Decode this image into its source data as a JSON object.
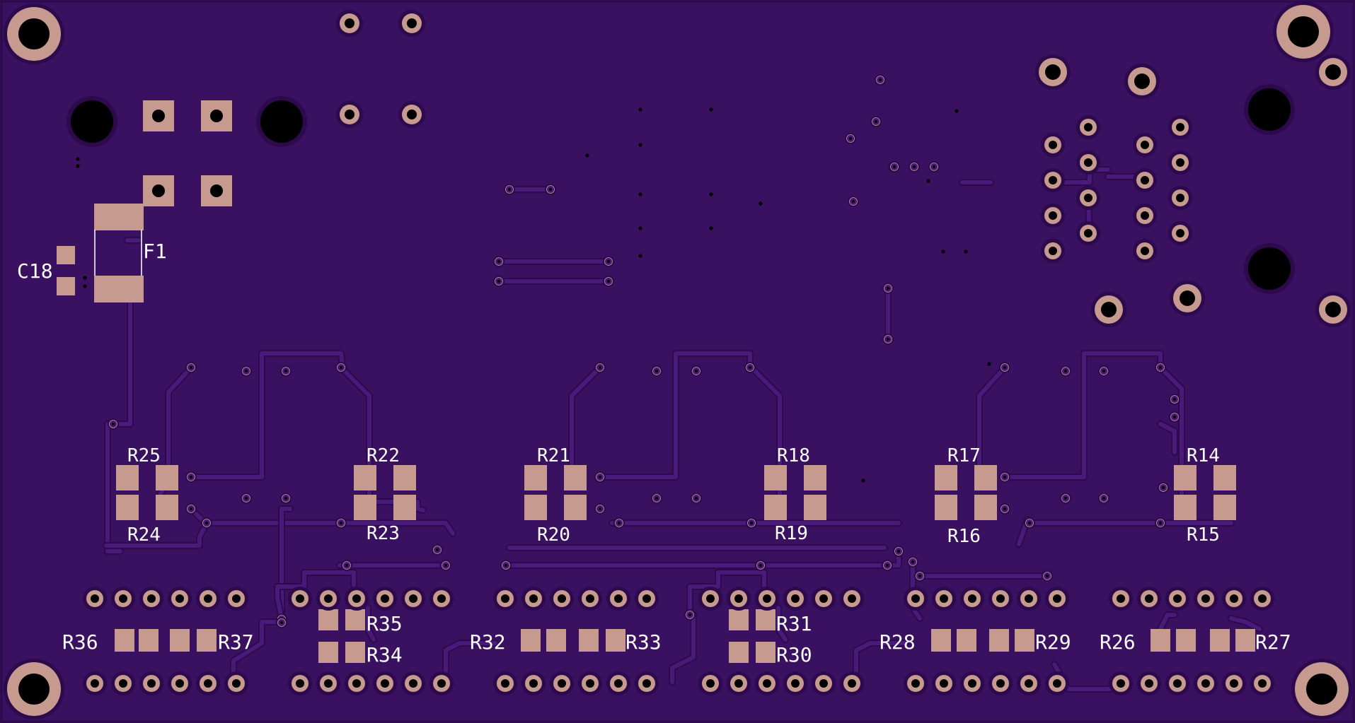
{
  "board": {
    "colors": {
      "substrate": "#3a1060",
      "copper_trace": "#4a1a7a",
      "trace_outline": "#2c0a4c",
      "pad": "#c79a8f",
      "drill": "#000000",
      "silk": "#ffffff"
    },
    "labels": {
      "F1": "F1",
      "C18": "C18",
      "R14": "R14",
      "R15": "R15",
      "R16": "R16",
      "R17": "R17",
      "R18": "R18",
      "R19": "R19",
      "R20": "R20",
      "R21": "R21",
      "R22": "R22",
      "R23": "R23",
      "R24": "R24",
      "R25": "R25",
      "R26": "R26",
      "R27": "R27",
      "R28": "R28",
      "R29": "R29",
      "R30": "R30",
      "R31": "R31",
      "R32": "R32",
      "R33": "R33",
      "R34": "R34",
      "R35": "R35",
      "R36": "R36",
      "R37": "R37"
    }
  }
}
